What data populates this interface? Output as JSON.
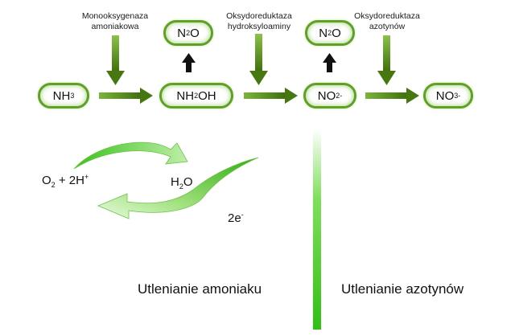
{
  "enzymes": {
    "amo": [
      "Monooksygenaza",
      "amoniakowa"
    ],
    "hao": [
      "Oksydoreduktaza",
      "hydroksyloaminy"
    ],
    "nxr": [
      "Oksydoreduktaza",
      "azotynów"
    ]
  },
  "compounds": {
    "nh3": {
      "main": "NH",
      "sub": "3",
      "tail": "",
      "sup": ""
    },
    "nh2oh": {
      "main": "NH",
      "sub": "2",
      "tail": "OH",
      "sup": ""
    },
    "no2": {
      "main": "NO",
      "sub": "2",
      "tail": "",
      "sup": "-"
    },
    "no3": {
      "main": "NO",
      "sub": "3",
      "tail": "",
      "sup": "-"
    },
    "n2o_1": {
      "main": "N",
      "sub": "2",
      "tail": "O",
      "sup": ""
    },
    "n2o_2": {
      "main": "N",
      "sub": "2",
      "tail": "O",
      "sup": ""
    }
  },
  "cycle": {
    "o2_main": "O",
    "o2_sub": "2",
    "o2_rest": " + 2H",
    "o2_sup": "+",
    "h2o_main": "H",
    "h2o_sub": "2",
    "h2o_tail": "O",
    "e_main": "2e",
    "e_sup": "-"
  },
  "sections": {
    "left": "Utlenianie amoniaku",
    "right": "Utlenianie azotynów"
  },
  "colors": {
    "arrow_dark": "#4c7d13",
    "arrow_light": "#7fb63a",
    "border": "#5fa025",
    "bright_green": "#3fcf1a"
  }
}
